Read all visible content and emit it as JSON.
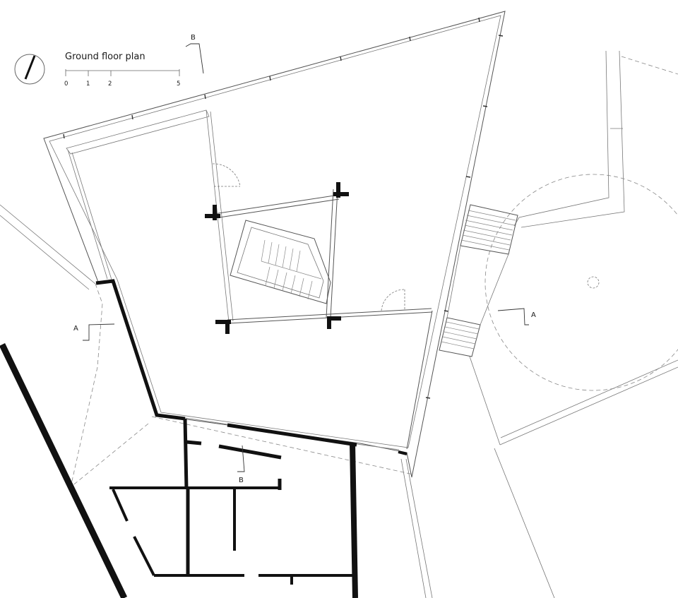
{
  "plan": {
    "title": "Ground floor plan",
    "scale_ticks": [
      "0",
      "1",
      "2",
      "5"
    ],
    "section_markers": {
      "b_top": "B",
      "b_bottom": "B",
      "a_left": "A",
      "a_right": "A"
    }
  },
  "icons": {
    "north_arrow": "north-arrow-icon"
  }
}
